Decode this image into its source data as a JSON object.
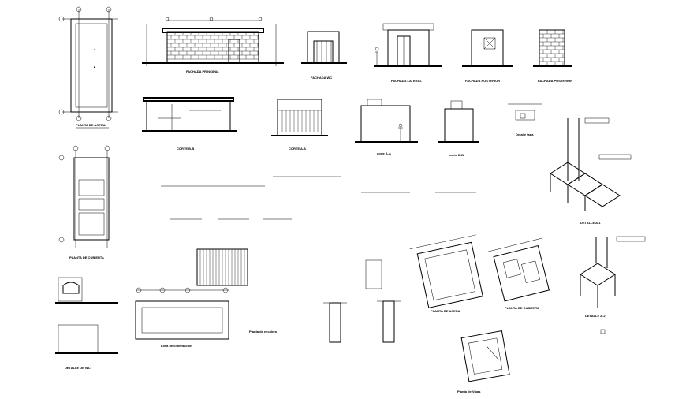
{
  "sheet": {
    "background": "#ffffff",
    "ink": "#000000"
  },
  "drawings": [
    {
      "id": "plan-main",
      "caption": "PLANTA DE ACERA"
    },
    {
      "id": "facade-1",
      "caption": "FACHADA PRINCIPAL"
    },
    {
      "id": "facade-2",
      "caption": "FACHADA WC"
    },
    {
      "id": "facade-3",
      "caption": "FACHADA LATERAL"
    },
    {
      "id": "facade-4",
      "caption": "FACHADA POSTERIOR"
    },
    {
      "id": "facade-5",
      "caption": "FACHADA POSTERIOR"
    },
    {
      "id": "section-1",
      "caption": "CORTE B-B"
    },
    {
      "id": "section-2",
      "caption": "CORTE A-A"
    },
    {
      "id": "section-3",
      "caption": "corte A-A"
    },
    {
      "id": "section-4",
      "caption": "corte B-B"
    },
    {
      "id": "detail-1",
      "caption": "Detalle tapa"
    },
    {
      "id": "plan-2",
      "caption": "PLANTA DE CUBIERTA"
    },
    {
      "id": "iso-1",
      "caption": "DETALLE A-1"
    },
    {
      "id": "iso-2",
      "caption": "DETALLE A-2"
    },
    {
      "id": "plan-3",
      "caption": "PLANTA DE ACERA"
    },
    {
      "id": "plan-4",
      "caption": "PLANTA DE CUBIERTA"
    },
    {
      "id": "wc",
      "caption": "DETALLE DE WC"
    },
    {
      "id": "foundation",
      "caption": "Losa de cimentacion"
    },
    {
      "id": "stair",
      "caption": "Planta de escalera"
    },
    {
      "id": "plan-5",
      "caption": "Planta de Vigas"
    }
  ]
}
